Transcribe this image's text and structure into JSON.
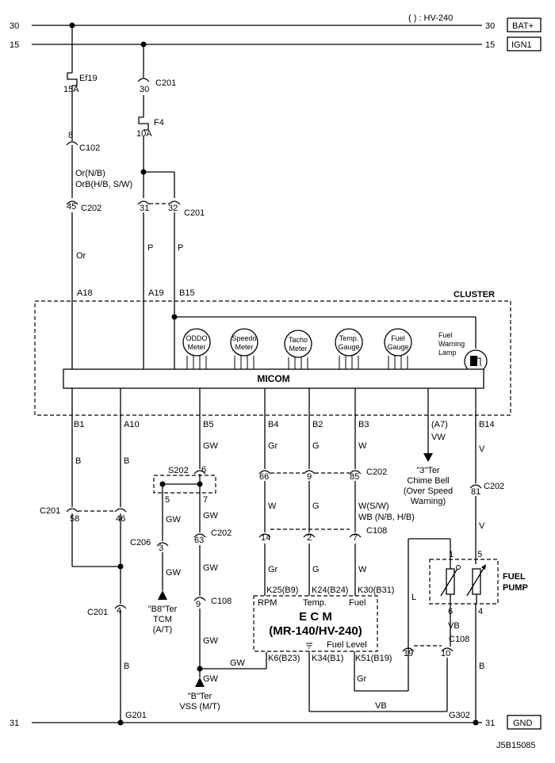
{
  "rails": {
    "bat_num_left": "30",
    "bat_num_right": "30",
    "bat_note": "( ) : HV-240",
    "bat_label": "BAT+",
    "ign_num_left": "15",
    "ign_num_right": "15",
    "ign_label": "IGN1",
    "gnd_num_left": "31",
    "gnd_num_right": "31",
    "gnd_label": "GND"
  },
  "fuses": {
    "ef19_name": "Ef19",
    "ef19_rating": "15A",
    "f4_name": "F4",
    "f4_rating": "10A"
  },
  "connectors": {
    "c201_top_pin": "30",
    "c201_top_name": "C201",
    "c102_pin": "8",
    "c102_name": "C102",
    "c202_top_pin": "45",
    "c202_top_name": "C202",
    "c201_mid_pin_a": "31",
    "c201_mid_pin_b": "32",
    "c201_mid_name": "C201",
    "c201_left_name": "C201",
    "c201_left_pin_a": "58",
    "c201_left_pin_b": "46",
    "c206_name": "C206",
    "c206_pin": "3",
    "c202_low_pin": "63",
    "c202_low_name": "C202",
    "c108_left_pin": "9",
    "c108_left_name": "C108",
    "c201_low_pin": "4",
    "c201_low_name": "C201",
    "s202_name": "S202",
    "s202_pin_top": "6",
    "s202_pin_left": "5",
    "s202_pin_right": "7",
    "c202_right_pins": [
      "66",
      "9",
      "85"
    ],
    "c202_right_name": "C202",
    "c108_mid_pins": [
      "14",
      "2",
      "7"
    ],
    "c108_mid_name": "C108",
    "c202_far_pin": "81",
    "c202_far_name": "C202",
    "c108_pump_name": "C108",
    "c108_pump_pin_a": "19",
    "c108_pump_pin_b": "10"
  },
  "wires": {
    "or_nb": "Or(N/B)",
    "orb": "OrB(H/B, S/W)",
    "or": "Or",
    "p1": "P",
    "p2": "P",
    "b1": "B",
    "b2": "B",
    "gw1": "GW",
    "gw2": "GW",
    "gw3": "GW",
    "gw4": "GW",
    "gw5": "GW",
    "gw6": "GW",
    "gw7": "GW",
    "gw8": "GW",
    "gr1": "Gr",
    "g1": "G",
    "w1": "W",
    "w2": "W",
    "g2": "G",
    "wsw": "W(S/W)",
    "wb": "WB (N/B, H/B)",
    "gr2": "Gr",
    "g3": "G",
    "w3": "W",
    "vw": "VW",
    "v1": "V",
    "v2": "V",
    "b3": "B",
    "b4": "B",
    "l": "L",
    "vb1": "VB",
    "vb2": "VB",
    "gr3": "Gr"
  },
  "cluster": {
    "title": "CLUSTER",
    "pins_top": [
      "A18",
      "A19",
      "B15"
    ],
    "pins_bottom": [
      "B1",
      "A10",
      "B5",
      "B4",
      "B2",
      "B3",
      "(A7)",
      "B14"
    ],
    "micom": "MICOM",
    "gauges": [
      {
        "l1": "ODDO",
        "l2": "Meter"
      },
      {
        "l1": "Speedo",
        "l2": "Meter"
      },
      {
        "l1": "Tacho",
        "l2": "Meter"
      },
      {
        "l1": "Temp.",
        "l2": "Gauge"
      },
      {
        "l1": "Fuel",
        "l2": "Gauge"
      }
    ],
    "lamp_l1": "Fuel",
    "lamp_l2": "Warning",
    "lamp_l3": "Lamp"
  },
  "chime": {
    "l1": "\"3\"Ter",
    "l2": "Chime Bell",
    "l3": "(Over Speed",
    "l4": "Warning)"
  },
  "tcm": {
    "l1": "\"B8\"Ter",
    "l2": "TCM",
    "l3": "(A/T)"
  },
  "vss": {
    "l1": "\"B\"Ter",
    "l2": "VSS (M/T)"
  },
  "ecm": {
    "title": "E C M",
    "subtitle": "(MR-140/HV-240)",
    "sig_rpm": "RPM",
    "sig_temp": "Temp.",
    "sig_fuel": "Fuel",
    "sig_level": "Fuel Level",
    "pin_k25": "K25(B9)",
    "pin_k24": "K24(B24)",
    "pin_k30": "K30(B31)",
    "pin_k6": "K6(B23)",
    "pin_k34": "K34(B1)",
    "pin_k51": "K51(B19)"
  },
  "pump": {
    "l1": "FUEL",
    "l2": "PUMP",
    "pin_1": "1",
    "pin_5": "5",
    "pin_6": "6",
    "pin_4": "4"
  },
  "grounds": {
    "g201": "G201",
    "g302": "G302"
  },
  "figure_code": "J5B15085"
}
